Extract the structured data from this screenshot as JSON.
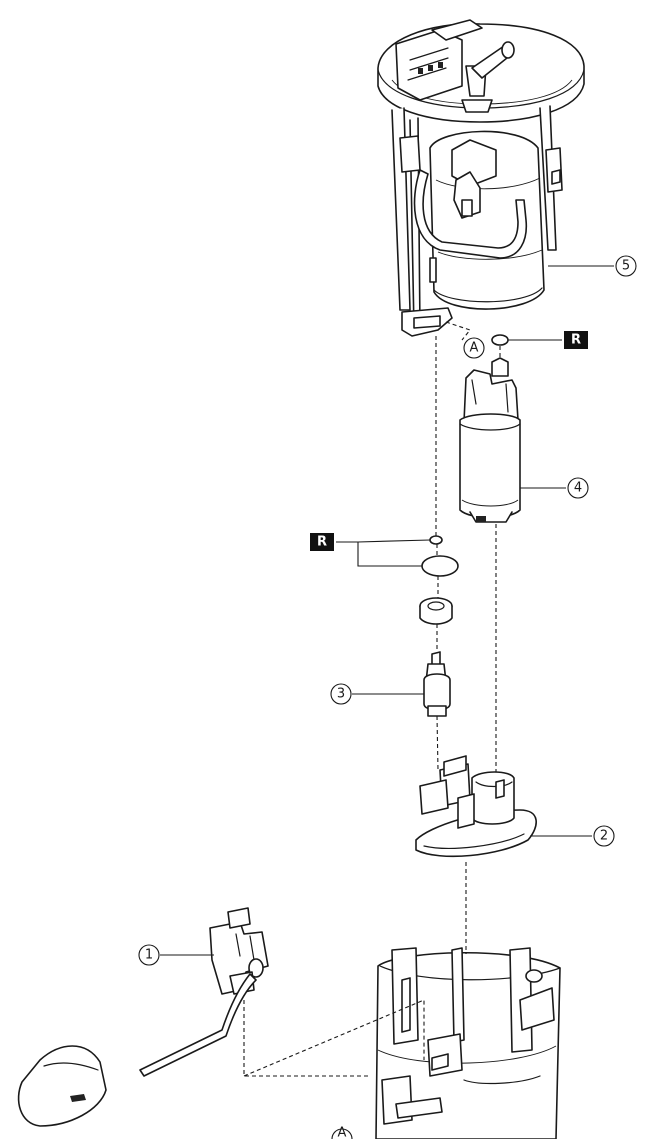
{
  "callouts": {
    "c1": "1",
    "c2": "2",
    "c3": "3",
    "c4": "4",
    "c5": "5",
    "ref_a": "A",
    "ref_a_bottom": "A"
  },
  "markers": {
    "r_top": "R",
    "r_mid": "R"
  },
  "colors": {
    "line": "#1a1a1a",
    "background": "#ffffff",
    "marker_fill": "#111111"
  }
}
